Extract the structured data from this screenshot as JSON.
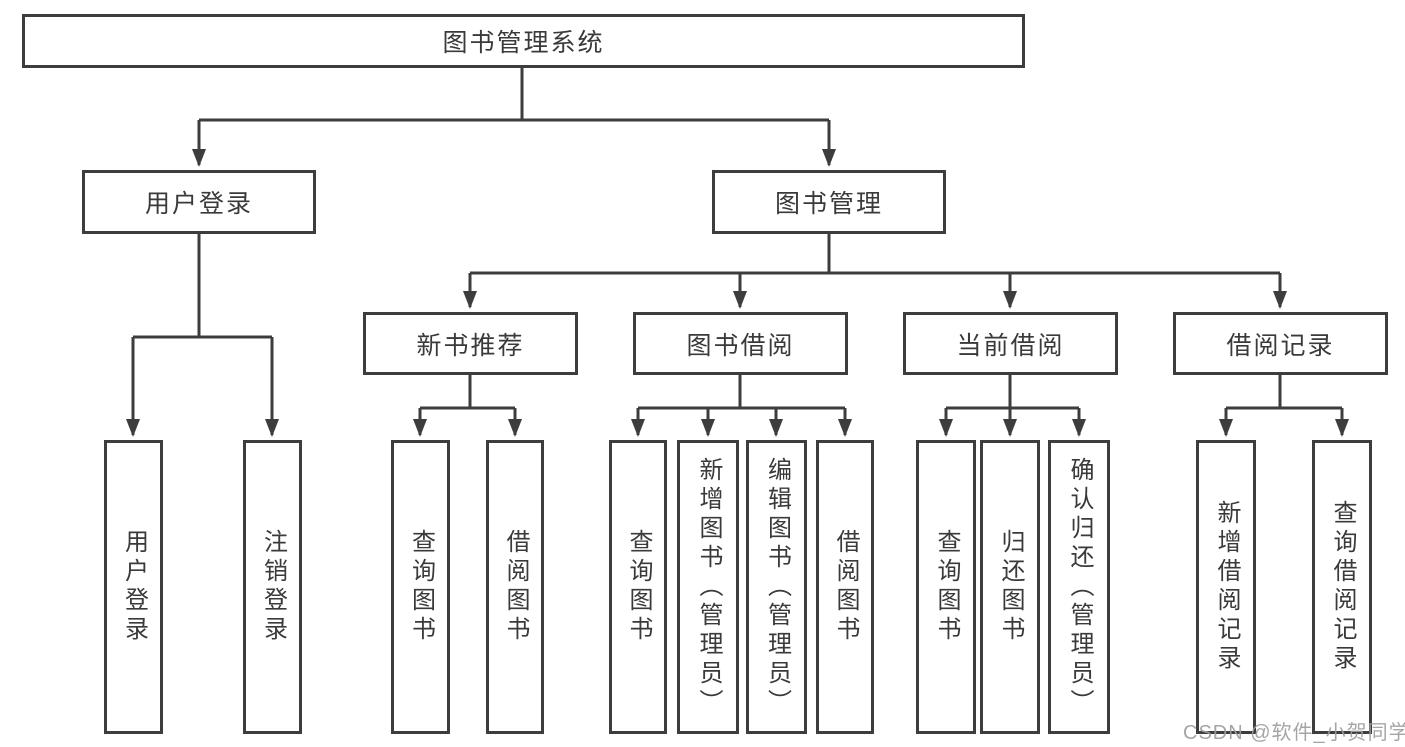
{
  "diagram": {
    "root": {
      "label": "图书管理系统"
    },
    "branches": [
      {
        "label": "用户登录",
        "children": [
          {
            "label": "用户登录"
          },
          {
            "label": "注销登录"
          }
        ]
      },
      {
        "label": "图书管理",
        "children": [
          {
            "label": "新书推荐",
            "children": [
              {
                "label": "查询图书"
              },
              {
                "label": "借阅图书"
              }
            ]
          },
          {
            "label": "图书借阅",
            "children": [
              {
                "label": "查询图书"
              },
              {
                "label": "新增图书（管理员）"
              },
              {
                "label": "编辑图书（管理员）"
              },
              {
                "label": "借阅图书"
              }
            ]
          },
          {
            "label": "当前借阅",
            "children": [
              {
                "label": "查询图书"
              },
              {
                "label": "归还图书"
              },
              {
                "label": "确认归还（管理员）"
              }
            ]
          },
          {
            "label": "借阅记录",
            "children": [
              {
                "label": "新增借阅记录"
              },
              {
                "label": "查询借阅记录"
              }
            ]
          }
        ]
      }
    ]
  },
  "watermark": {
    "text": "CSDN @软件_小贺同学"
  },
  "colors": {
    "line": "#3d3d3d",
    "text": "#3a3a3a",
    "box_background": "#ffffff",
    "watermark": "#9e9e9e",
    "background": "#ffffff"
  }
}
